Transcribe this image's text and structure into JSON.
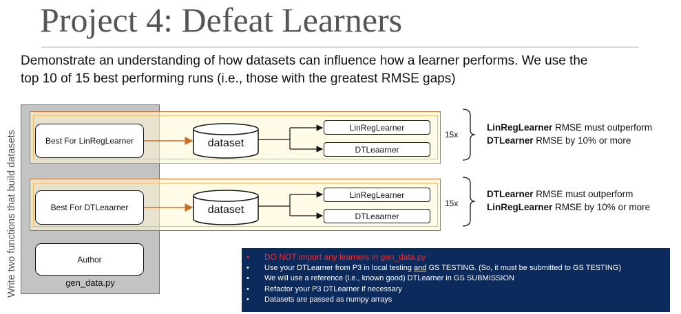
{
  "title": "Project 4: Defeat Learners",
  "intro": {
    "line1": "Demonstrate an understanding of how datasets can influence how a learner performs. We use the",
    "line2": "top 10 of 15 best performing runs (i.e., those with the greatest RMSE gaps)"
  },
  "vertical_label": "Write two functions that build datasets",
  "panel": {
    "func1": "Best For LinRegLearner",
    "func2": "Best For DTLeaarner",
    "author": "Author",
    "filename": "gen_data.py"
  },
  "rows": [
    {
      "dataset": "dataset",
      "learner_top": "LinRegLearner",
      "learner_bottom": "DTLeaarner",
      "multiplier": "15x",
      "criteria": {
        "line1_bold": "LinRegLearner",
        "line1_rest": " RMSE must outperform",
        "line2_bold": "DTLearner",
        "line2_rest": " RMSE by 10% or more"
      }
    },
    {
      "dataset": "dataset",
      "learner_top": "LinRegLearner",
      "learner_bottom": "DTLeaarner",
      "multiplier": "15x",
      "criteria": {
        "line1_bold": "DTLearner",
        "line1_rest": " RMSE must outperform",
        "line2_bold": "LinRegLearner",
        "line2_rest": " RMSE by 10% or more"
      }
    }
  ],
  "notes": {
    "n1": "DO NOT import any learners in gen_data.py",
    "n2a": "Use your DTLearner from P3 in local testing ",
    "n2u": "and",
    "n2b": " GS TESTING. (So, it must be submitted to GS TESTING)",
    "n3": "We will use a reference (i.e., known good) DTLearner in GS SUBMISSION",
    "n4": "Refactor your P3 DTLearner if necessary",
    "n5": "Datasets are passed as numpy arrays"
  },
  "colors": {
    "orange": "#c8702a",
    "navy": "#0c2a5c",
    "warning_red": "#ff2a2a"
  }
}
